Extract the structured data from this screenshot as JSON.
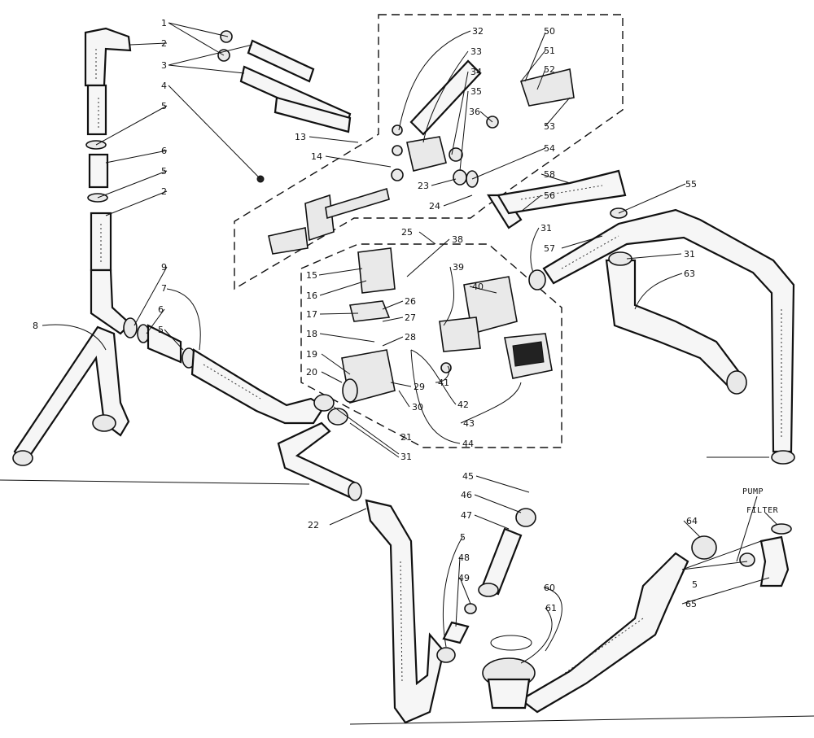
{
  "callouts": [
    {
      "id": "c1",
      "text": "1"
    },
    {
      "id": "c2a",
      "text": "2"
    },
    {
      "id": "c3",
      "text": "3"
    },
    {
      "id": "c4",
      "text": "4"
    },
    {
      "id": "c5a",
      "text": "5"
    },
    {
      "id": "c6",
      "text": "6"
    },
    {
      "id": "c5b",
      "text": "5"
    },
    {
      "id": "c2b",
      "text": "2"
    },
    {
      "id": "c13",
      "text": "13"
    },
    {
      "id": "c14",
      "text": "14"
    },
    {
      "id": "c8",
      "text": "8"
    },
    {
      "id": "c9",
      "text": "9"
    },
    {
      "id": "c7",
      "text": "7"
    },
    {
      "id": "c6b",
      "text": "6"
    },
    {
      "id": "c5c",
      "text": "5"
    },
    {
      "id": "c32",
      "text": "32"
    },
    {
      "id": "c33",
      "text": "33"
    },
    {
      "id": "c34",
      "text": "34"
    },
    {
      "id": "c35",
      "text": "35"
    },
    {
      "id": "c36",
      "text": "36"
    },
    {
      "id": "c50",
      "text": "50"
    },
    {
      "id": "c51",
      "text": "51"
    },
    {
      "id": "c52",
      "text": "52"
    },
    {
      "id": "c53",
      "text": "53"
    },
    {
      "id": "c54",
      "text": "54"
    },
    {
      "id": "c23",
      "text": "23"
    },
    {
      "id": "c24",
      "text": "24"
    },
    {
      "id": "c55",
      "text": "55"
    },
    {
      "id": "c56",
      "text": "56"
    },
    {
      "id": "c58",
      "text": "58"
    },
    {
      "id": "c31a",
      "text": "31"
    },
    {
      "id": "c57",
      "text": "57"
    },
    {
      "id": "c31b",
      "text": "31"
    },
    {
      "id": "c63",
      "text": "63"
    },
    {
      "id": "c25",
      "text": "25"
    },
    {
      "id": "c38",
      "text": "38"
    },
    {
      "id": "c15",
      "text": "15"
    },
    {
      "id": "c39",
      "text": "39"
    },
    {
      "id": "c16",
      "text": "16"
    },
    {
      "id": "c40",
      "text": "40"
    },
    {
      "id": "c26",
      "text": "26"
    },
    {
      "id": "c17",
      "text": "17"
    },
    {
      "id": "c27",
      "text": "27"
    },
    {
      "id": "c18",
      "text": "18"
    },
    {
      "id": "c28",
      "text": "28"
    },
    {
      "id": "c19",
      "text": "19"
    },
    {
      "id": "c20",
      "text": "20"
    },
    {
      "id": "c29",
      "text": "29"
    },
    {
      "id": "c30",
      "text": "30"
    },
    {
      "id": "c41",
      "text": "41"
    },
    {
      "id": "c42",
      "text": "42"
    },
    {
      "id": "c43",
      "text": "43"
    },
    {
      "id": "c44",
      "text": "44"
    },
    {
      "id": "c21",
      "text": "21"
    },
    {
      "id": "c31c",
      "text": "31"
    },
    {
      "id": "c45",
      "text": "45"
    },
    {
      "id": "c46",
      "text": "46"
    },
    {
      "id": "c47",
      "text": "47"
    },
    {
      "id": "c22",
      "text": "22"
    },
    {
      "id": "c5d",
      "text": "5"
    },
    {
      "id": "c48",
      "text": "48"
    },
    {
      "id": "c49",
      "text": "49"
    },
    {
      "id": "c60",
      "text": "60"
    },
    {
      "id": "c61",
      "text": "61"
    },
    {
      "id": "c64",
      "text": "64"
    },
    {
      "id": "c5e",
      "text": "5"
    },
    {
      "id": "c65",
      "text": "65"
    }
  ],
  "tags": {
    "pump": "PUMP",
    "filter": "FILTER"
  }
}
